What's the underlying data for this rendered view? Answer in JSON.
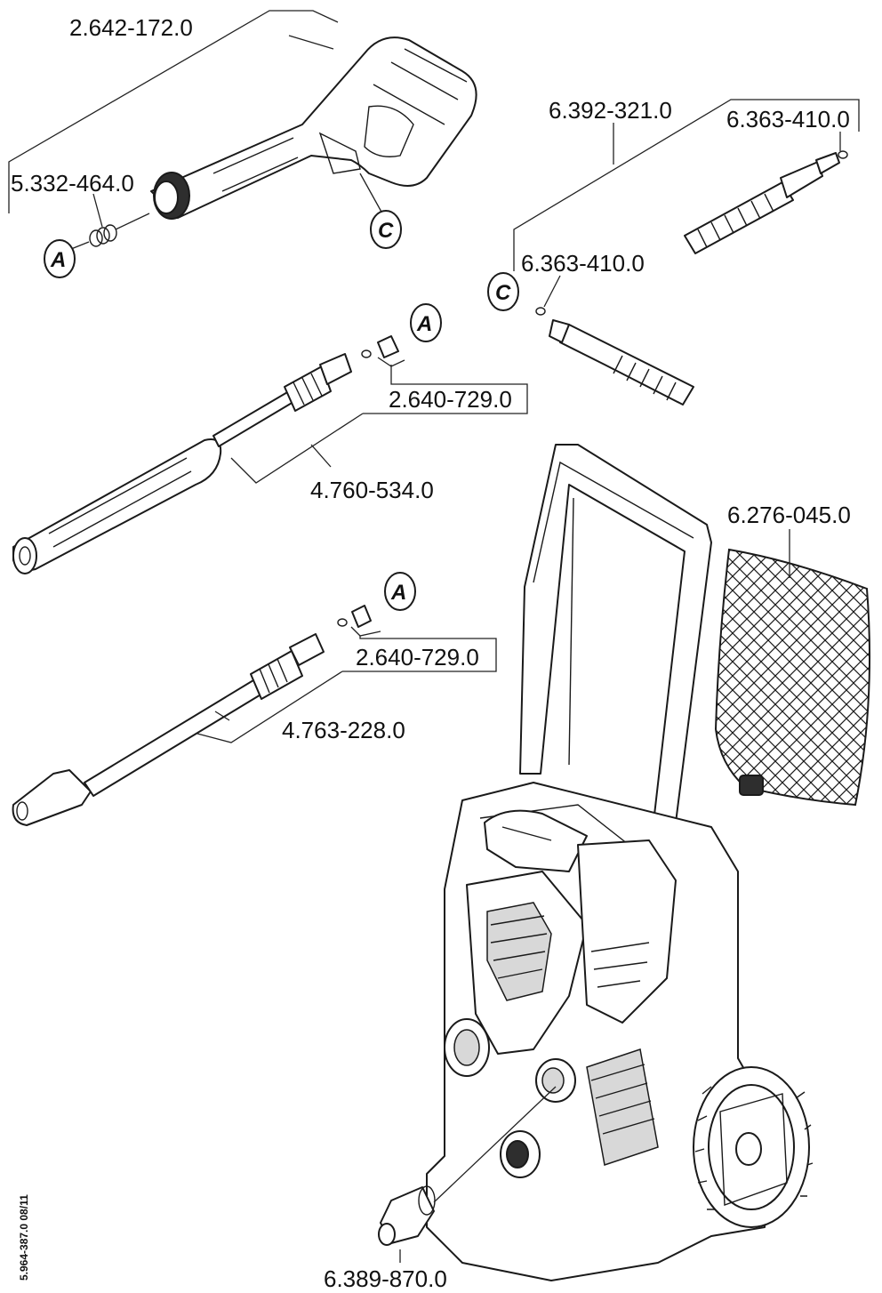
{
  "parts": {
    "gun": "2.642-172.0",
    "gun_spring": "5.332-464.0",
    "hose": "6.392-321.0",
    "hose_oring_top": "6.363-410.0",
    "hose_oring_bottom": "6.363-410.0",
    "vario_oring": "2.640-729.0",
    "vario_lance": "4.760-534.0",
    "dirt_oring": "2.640-729.0",
    "dirt_lance": "4.763-228.0",
    "filter_bag": "6.276-045.0",
    "inlet_coupling": "6.389-870.0"
  },
  "callouts": {
    "a": "A",
    "c": "C"
  },
  "footer": {
    "doc_number": "5.964-387.0  08/11"
  }
}
